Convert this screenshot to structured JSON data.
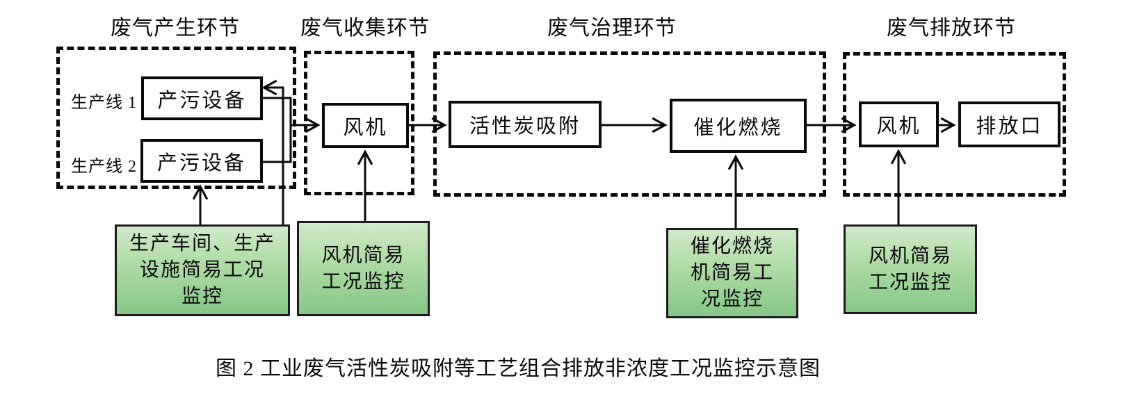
{
  "diagram": {
    "sections": [
      {
        "id": "generation",
        "label": "废气产生环节"
      },
      {
        "id": "collection",
        "label": "废气收集环节"
      },
      {
        "id": "treatment",
        "label": "废气治理环节"
      },
      {
        "id": "emission",
        "label": "废气排放环节"
      }
    ],
    "production_lines": [
      {
        "label": "生产线 1"
      },
      {
        "label": "生产线 2"
      }
    ],
    "process_boxes": [
      {
        "id": "equip1",
        "label": "产污设备"
      },
      {
        "id": "equip2",
        "label": "产污设备"
      },
      {
        "id": "fan1",
        "label": "风机"
      },
      {
        "id": "carbon",
        "label": "活性炭吸附"
      },
      {
        "id": "catalytic",
        "label": "催化燃烧"
      },
      {
        "id": "fan2",
        "label": "风机"
      },
      {
        "id": "outlet",
        "label": "排放口"
      }
    ],
    "monitor_boxes": [
      {
        "id": "m1",
        "lines": [
          "生产车间、生产",
          "设施简易工况",
          "监控"
        ]
      },
      {
        "id": "m2",
        "lines": [
          "风机简易",
          "工况监控"
        ]
      },
      {
        "id": "m3",
        "lines": [
          "催化燃烧",
          "机简易工",
          "况监控"
        ]
      },
      {
        "id": "m4",
        "lines": [
          "风机简易",
          "工况监控"
        ]
      }
    ],
    "caption": "图 2  工业废气活性炭吸附等工艺组合排放非浓度工况监控示意图",
    "colors": {
      "line": "#0a0a0a",
      "monitor_fill_top": "#cfeac8",
      "monitor_fill_bottom": "#86c787",
      "monitor_border": "#1c1c1c",
      "background": "#ffffff"
    }
  }
}
